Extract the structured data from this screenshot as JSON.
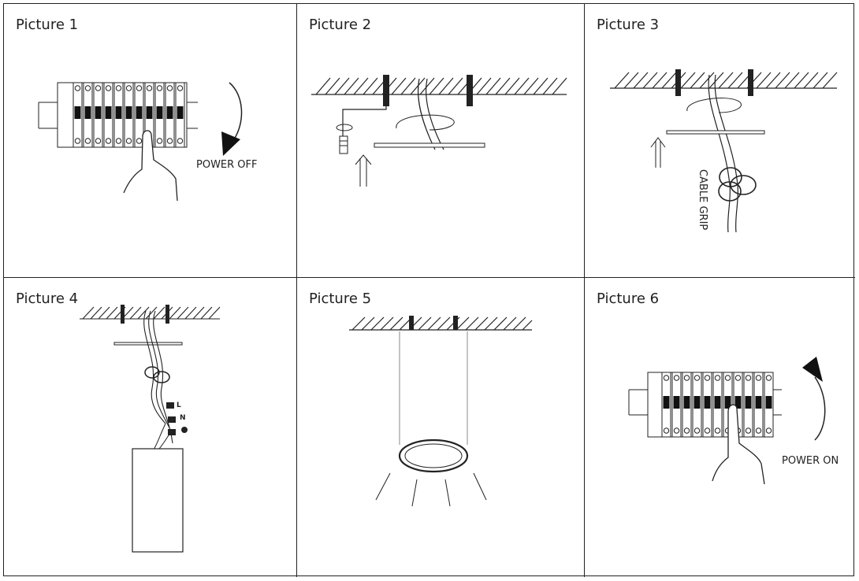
{
  "panels": [
    {
      "title": "Picture 1",
      "label": "POWER OFF"
    },
    {
      "title": "Picture 2"
    },
    {
      "title": "Picture 3",
      "label": "CABLE GRIP"
    },
    {
      "title": "Picture 4",
      "terminals": [
        "L",
        "N"
      ]
    },
    {
      "title": "Picture 5"
    },
    {
      "title": "Picture 6",
      "label": "POWER ON"
    }
  ]
}
